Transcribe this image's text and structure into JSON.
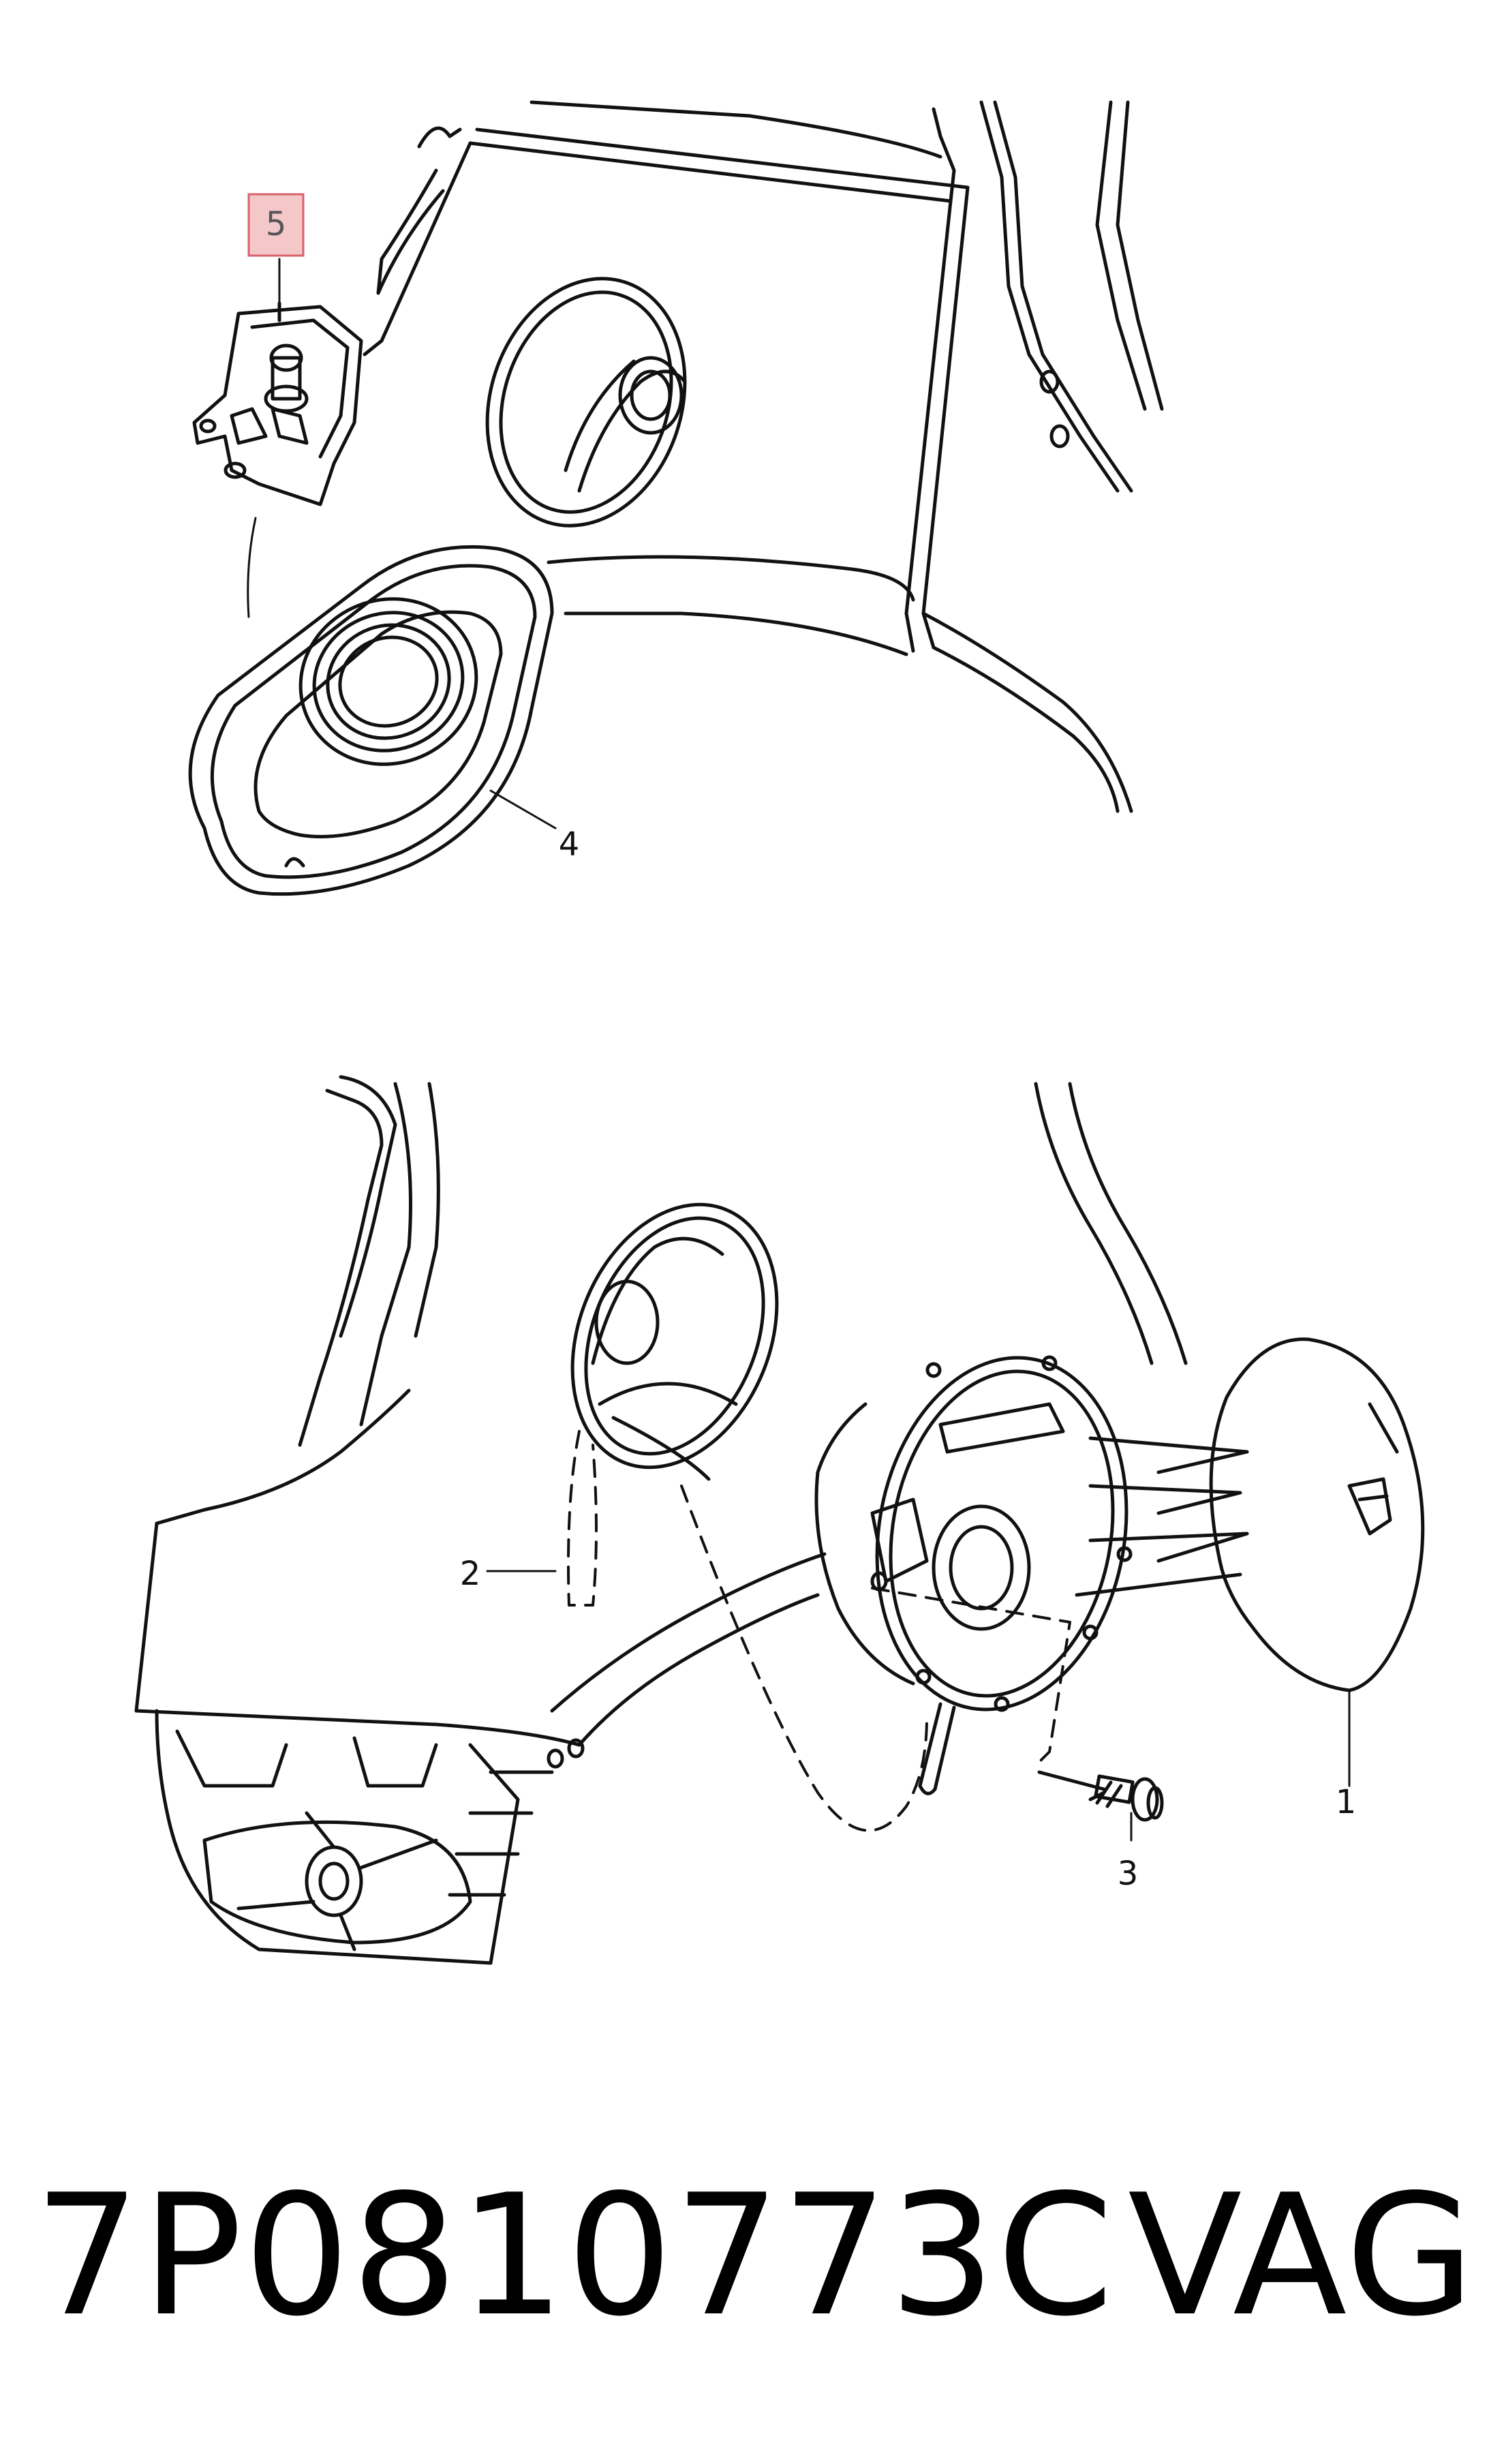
{
  "diagram": {
    "callouts": [
      {
        "id": "callout-5",
        "label": "5",
        "highlighted": true
      },
      {
        "id": "callout-4",
        "label": "4",
        "highlighted": false
      },
      {
        "id": "callout-2",
        "label": "2",
        "highlighted": false
      },
      {
        "id": "callout-1",
        "label": "1",
        "highlighted": false
      },
      {
        "id": "callout-3",
        "label": "3",
        "highlighted": false
      }
    ],
    "highlight_fill": "#f4c7c9",
    "highlight_stroke": "#d9626a"
  },
  "caption": {
    "part_number": "7P0810773C",
    "brand": "VAG"
  }
}
